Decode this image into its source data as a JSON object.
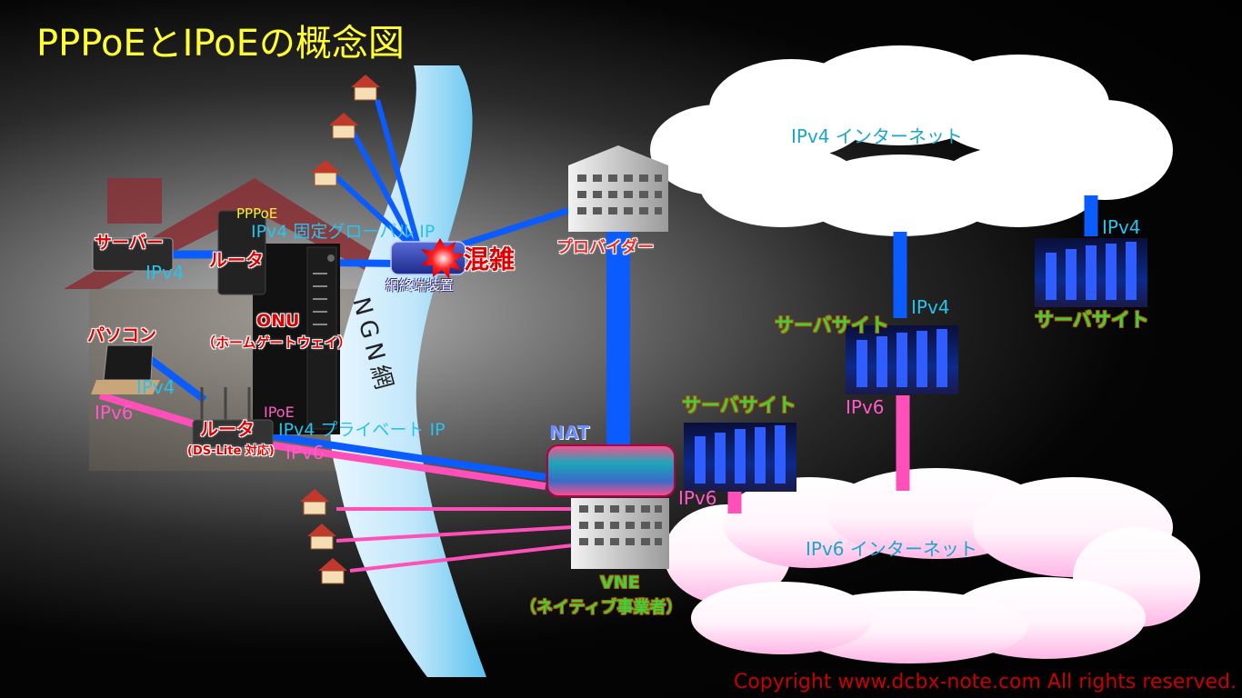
{
  "title": "PPPoEとIPoEの概念図",
  "labels": {
    "server_home": "サーバー",
    "router_top": "ルータ",
    "pppoe": "PPPoE",
    "ipv4_fixed_global": "IPv4 固定グローバル IP",
    "congestion": "混雑",
    "network_terminal": "網終端装置",
    "provider": "プロバイダー",
    "ngn": "NGN網",
    "ipv4_left": "IPv4",
    "onu": "ONU",
    "home_gateway": "（ホームゲートウェイ）",
    "pc": "パソコン",
    "ipv4_pc": "IPv4",
    "ipv6_pc": "IPv6",
    "router_bottom": "ルータ",
    "ds_lite": "(DS-Lite 対応)",
    "ipoe": "IPoE",
    "ipv6_router": "IPv6",
    "ipv4_private": "IPv4 プライベート IP",
    "nat": "NAT",
    "vne": "VNE",
    "vne_desc": "（ネイティブ事業者）",
    "ipv4_internet": "IPv4 インターネット",
    "ipv6_internet": "IPv6 インターネット",
    "server_site_right": "サーバサイト",
    "ipv4_right": "IPv4",
    "server_site_mid": "サーバサイト",
    "ipv4_mid": "IPv4",
    "ipv6_mid": "IPv6",
    "server_site_low": "サーバサイト",
    "ipv6_low": "IPv6",
    "copyright": "Copyright www.dcbx-note.com All rights reserved."
  },
  "colors": {
    "title": "#ffff33",
    "ipv4_line": "#0a5cff",
    "ipv6_line": "#ff4fb8",
    "label_cyan": "#27c3ee",
    "label_red": "#e00000",
    "label_green": "#3ed23e"
  },
  "icons": [
    "house-icon",
    "building-icon",
    "server-rack-icon",
    "laptop-icon",
    "router-icon",
    "onu-icon",
    "cloud-icon",
    "explosion-icon"
  ]
}
